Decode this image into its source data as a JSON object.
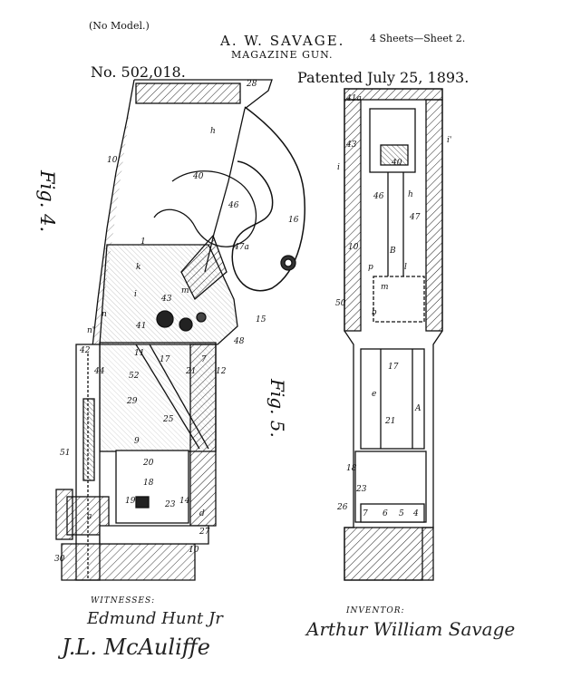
{
  "header": {
    "no_model": "(No Model.)",
    "sheets": "4 Sheets—Sheet 2.",
    "inventor_name": "A. W. SAVAGE.",
    "title": "MAGAZINE GUN.",
    "patent_number": "No. 502,018.",
    "patented": "Patented July 25, 1893."
  },
  "figures": {
    "fig4_label": "Fig. 4.",
    "fig5_label": "Fig. 5."
  },
  "fig4_refs": [
    "28",
    "h",
    "10",
    "40",
    "46",
    "16",
    "1",
    "k",
    "47a",
    "i",
    "43",
    "m",
    "n",
    "n'",
    "42",
    "41",
    "11",
    "17",
    "48",
    "15",
    "7",
    "21",
    "12",
    "44",
    "52",
    "29",
    "25",
    "9",
    "20",
    "18",
    "51",
    "19",
    "23",
    "14",
    "d",
    "27",
    "a",
    "30",
    "10"
  ],
  "fig5_refs": [
    "41a",
    "43",
    "i",
    "i'",
    "40",
    "h",
    "46",
    "47",
    "10",
    "50",
    "B",
    "m",
    "p",
    "l",
    "b",
    "17",
    "e",
    "21",
    "A",
    "18",
    "26",
    "23",
    "7",
    "6",
    "5",
    "4"
  ],
  "footer": {
    "witnesses_label": "WITNESSES:",
    "witness_1": "Edmund Hunt Jr",
    "witness_2": "J.L. McAuliffe",
    "inventor_label": "INVENTOR:",
    "inventor_signature": "Arthur William Savage"
  }
}
